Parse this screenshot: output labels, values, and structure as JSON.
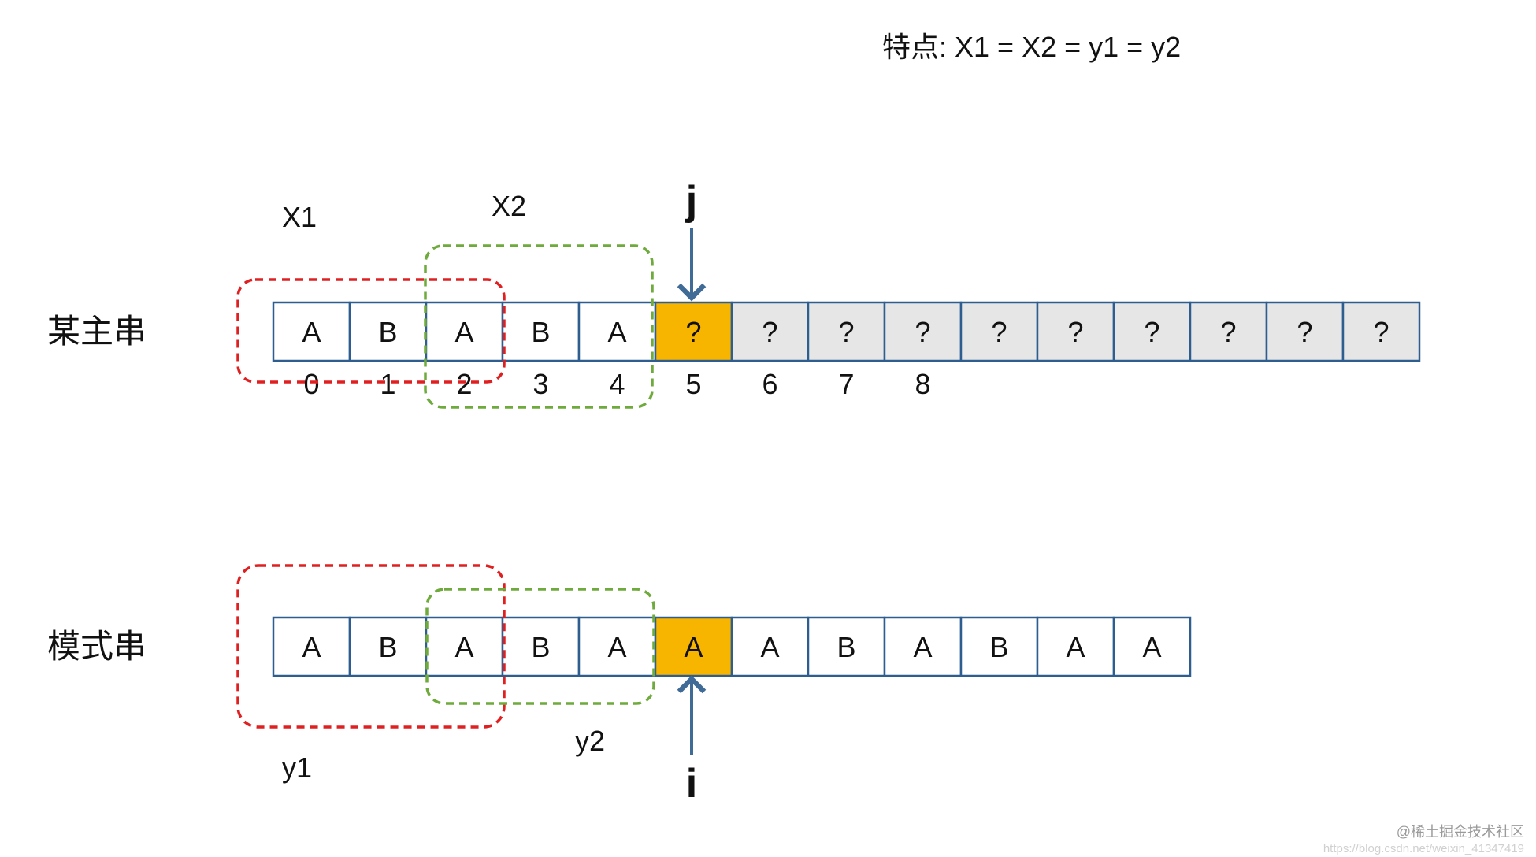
{
  "title": "特点: X1 = X2 = y1 = y2",
  "main_string": {
    "label": "某主串",
    "cells": [
      "A",
      "B",
      "A",
      "B",
      "A",
      "?",
      "?",
      "?",
      "?",
      "?",
      "?",
      "?",
      "?",
      "?",
      "?"
    ],
    "indices": [
      "0",
      "1",
      "2",
      "3",
      "4",
      "5",
      "6",
      "7",
      "8"
    ],
    "highlight_index": 5,
    "pointer_label": "j"
  },
  "pattern_string": {
    "label": "模式串",
    "cells": [
      "A",
      "B",
      "A",
      "B",
      "A",
      "A",
      "A",
      "B",
      "A",
      "B",
      "A",
      "A"
    ],
    "highlight_index": 5,
    "pointer_label": "i"
  },
  "regions": {
    "x1_label": "X1",
    "x2_label": "X2",
    "y1_label": "y1",
    "y2_label": "y2"
  },
  "watermark": {
    "line1": "@稀土掘金技术社区",
    "line2": "https://blog.csdn.net/weixin_41347419"
  },
  "colors": {
    "cell_border": "#2e5d8f",
    "highlight": "#f8b500",
    "unknown_fill": "#e6e6e6",
    "red_box": "#e02020",
    "green_box": "#6faa3c",
    "arrow": "#3f6b96"
  }
}
